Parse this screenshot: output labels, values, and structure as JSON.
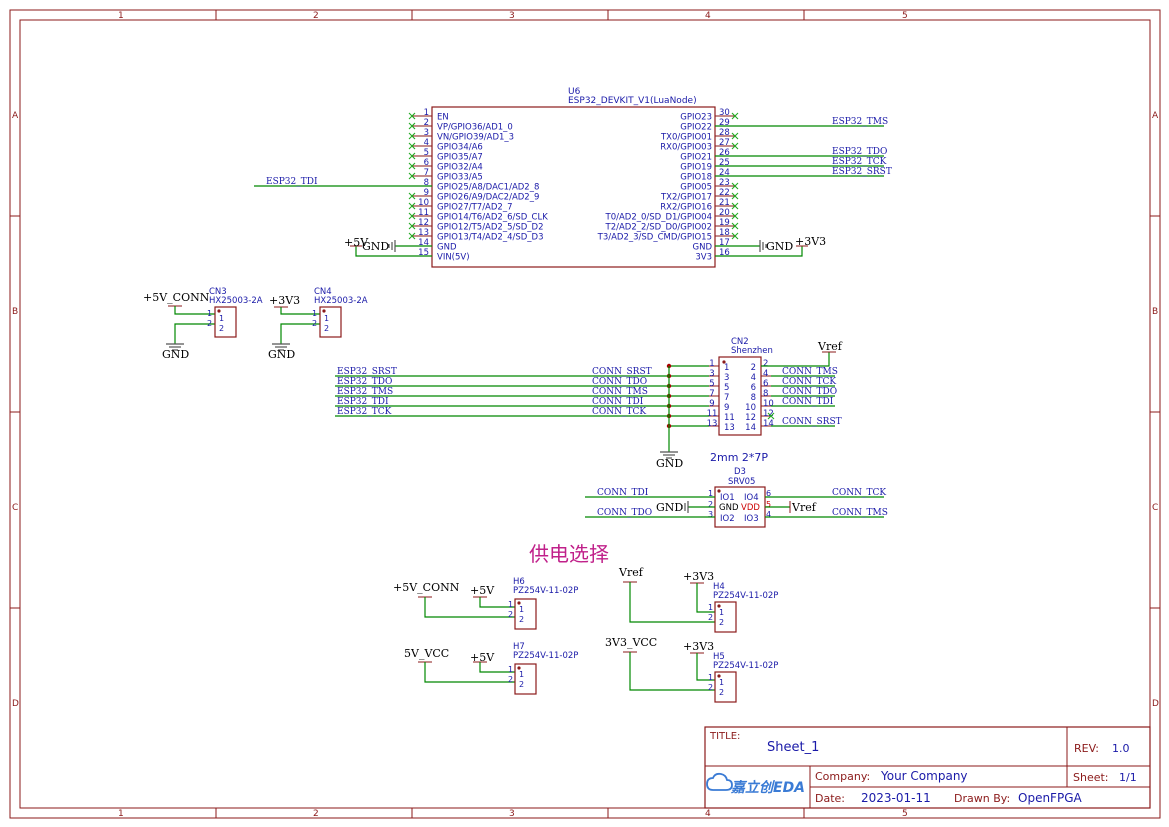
{
  "frame": {
    "col_labels": [
      "1",
      "2",
      "3",
      "4",
      "5"
    ],
    "row_labels": [
      "A",
      "B",
      "C",
      "D"
    ]
  },
  "u6": {
    "designator": "U6",
    "name": "ESP32_DEVKIT_V1(LuaNode)",
    "left_pins": [
      {
        "num": "1",
        "name": "EN"
      },
      {
        "num": "2",
        "name": "VP/GPIO36/AD1_0"
      },
      {
        "num": "3",
        "name": "VN/GPIO39/AD1_3"
      },
      {
        "num": "4",
        "name": "GPIO34/A6"
      },
      {
        "num": "5",
        "name": "GPIO35/A7"
      },
      {
        "num": "6",
        "name": "GPIO32/A4"
      },
      {
        "num": "7",
        "name": "GPIO33/A5"
      },
      {
        "num": "8",
        "name": "GPIO25/A8/DAC1/AD2_8"
      },
      {
        "num": "9",
        "name": "GPIO26/A9/DAC2/AD2_9"
      },
      {
        "num": "10",
        "name": "GPIO27/T7/AD2_7"
      },
      {
        "num": "11",
        "name": "GPIO14/T6/AD2_6/SD_CLK"
      },
      {
        "num": "12",
        "name": "GPIO12/T5/AD2_5/SD_D2"
      },
      {
        "num": "13",
        "name": "GPIO13/T4/AD2_4/SD_D3"
      },
      {
        "num": "14",
        "name": "GND"
      },
      {
        "num": "15",
        "name": "VIN(5V)"
      }
    ],
    "right_pins": [
      {
        "num": "30",
        "name": "GPIO23"
      },
      {
        "num": "29",
        "name": "GPIO22"
      },
      {
        "num": "28",
        "name": "TX0/GPIO01"
      },
      {
        "num": "27",
        "name": "RX0/GPIO03"
      },
      {
        "num": "26",
        "name": "GPIO21"
      },
      {
        "num": "25",
        "name": "GPIO19"
      },
      {
        "num": "24",
        "name": "GPIO18"
      },
      {
        "num": "23",
        "name": "GPIO05"
      },
      {
        "num": "22",
        "name": "TX2/GPIO17"
      },
      {
        "num": "21",
        "name": "RX2/GPIO16"
      },
      {
        "num": "20",
        "name": "T0/AD2_0/SD_D1/GPIO04"
      },
      {
        "num": "19",
        "name": "T2/AD2_2/SD_D0/GPIO02"
      },
      {
        "num": "18",
        "name": "T3/AD2_3/SD_CMD/GPIO15"
      },
      {
        "num": "17",
        "name": "GND"
      },
      {
        "num": "16",
        "name": "3V3"
      }
    ],
    "nets": {
      "esp_tdi": "ESP32_TDI",
      "esp_tms": "ESP32_TMS",
      "esp_tdo": "ESP32_TDO",
      "esp_tck": "ESP32_TCK",
      "esp_srst": "ESP32_SRST",
      "plus5v": "+5V",
      "gnd": "GND",
      "plus3v3": "+3V3"
    }
  },
  "cn3": {
    "designator": "CN3",
    "part": "HX25003-2A",
    "power": "+5V_CONN",
    "gnd": "GND",
    "pins": [
      "1",
      "2"
    ]
  },
  "cn4": {
    "designator": "CN4",
    "part": "HX25003-2A",
    "power": "+3V3",
    "gnd": "GND",
    "pins": [
      "1",
      "2"
    ]
  },
  "cn2": {
    "designator": "CN2",
    "part": "Shenzhen",
    "caption": "2mm 2*7P",
    "vref": "Vref",
    "gnd": "GND",
    "left_nets": [
      "ESP32_SRST",
      "ESP32_TDO",
      "ESP32_TMS",
      "ESP32_TDI",
      "ESP32_TCK"
    ],
    "conn_nets": [
      "CONN_SRST",
      "CONN_TDO",
      "CONN_TMS",
      "CONN_TDI",
      "CONN_TCK"
    ],
    "right_nets": [
      "CONN_TMS",
      "CONN_TCK",
      "CONN_TDO",
      "CONN_TDI",
      "CONN_SRST"
    ],
    "odd_pins": [
      "1",
      "3",
      "5",
      "7",
      "9",
      "11",
      "13"
    ],
    "even_pins": [
      "2",
      "4",
      "6",
      "8",
      "10",
      "12",
      "14"
    ]
  },
  "d3": {
    "designator": "D3",
    "part": "SRV05",
    "left_labels": [
      "IO1",
      "GND",
      "IO2"
    ],
    "right_labels": [
      "IO4",
      "VDD",
      "IO3"
    ],
    "left_nums": [
      "1",
      "2",
      "3"
    ],
    "right_nums": [
      "6",
      "5",
      "4"
    ],
    "nets": {
      "tdi": "CONN_TDI",
      "tdo": "CONN_TDO",
      "tck": "CONN_TCK",
      "tms": "CONN_TMS",
      "gnd": "GND",
      "vref": "Vref"
    }
  },
  "power_select": {
    "title": "供电选择",
    "h6": {
      "designator": "H6",
      "part": "PZ254V-11-02P",
      "src": "+5V_CONN",
      "dst": "+5V"
    },
    "h7": {
      "designator": "H7",
      "part": "PZ254V-11-02P",
      "src": "5V_VCC",
      "dst": "+5V"
    },
    "h4": {
      "designator": "H4",
      "part": "PZ254V-11-02P",
      "src": "Vref",
      "dst": "+3V3"
    },
    "h5": {
      "designator": "H5",
      "part": "PZ254V-11-02P",
      "src": "3V3_VCC",
      "dst": "+3V3"
    },
    "pins": [
      "1",
      "2"
    ]
  },
  "title_block": {
    "title_label": "TITLE:",
    "title": "Sheet_1",
    "rev_label": "REV:",
    "rev": "1.0",
    "logo": "嘉立创EDA",
    "company_label": "Company:",
    "company": "Your Company",
    "sheet_label": "Sheet:",
    "sheet": "1/1",
    "date_label": "Date:",
    "date": "2023-01-11",
    "drawn_label": "Drawn By:",
    "drawn": "OpenFPGA"
  }
}
